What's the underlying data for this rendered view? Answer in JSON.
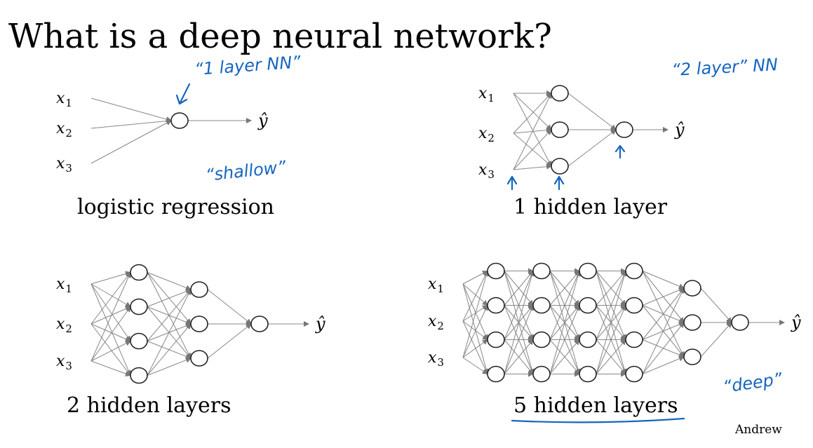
{
  "title": "What is a deep neural network?",
  "networks": [
    {
      "id": "net-logistic",
      "caption": "logistic regression",
      "inputs": [
        "x",
        "x",
        "x"
      ],
      "input_subs": [
        "1",
        "2",
        "3"
      ],
      "output": "ŷ",
      "hidden_layers": []
    },
    {
      "id": "net-1-hidden",
      "caption": "1 hidden layer",
      "inputs": [
        "x",
        "x",
        "x"
      ],
      "input_subs": [
        "1",
        "2",
        "3"
      ],
      "output": "ŷ",
      "hidden_layers": [
        3
      ]
    },
    {
      "id": "net-2-hidden",
      "caption": "2 hidden layers",
      "inputs": [
        "x",
        "x",
        "x"
      ],
      "input_subs": [
        "1",
        "2",
        "3"
      ],
      "output": "ŷ",
      "hidden_layers": [
        4,
        3
      ]
    },
    {
      "id": "net-5-hidden",
      "caption": "5 hidden layers",
      "inputs": [
        "x",
        "x",
        "x"
      ],
      "input_subs": [
        "1",
        "2",
        "3"
      ],
      "output": "ŷ",
      "hidden_layers": [
        4,
        4,
        4,
        4,
        3
      ]
    }
  ],
  "annotations": {
    "one_layer": "“1 layer NN”",
    "shallow": "“shallow”",
    "two_layer": "“2 layer” NN",
    "deep": "“deep”"
  },
  "credit": "Andrew",
  "colors": {
    "annotation_ink": "#1565c0",
    "edge": "#888888",
    "node_stroke": "#222222"
  }
}
